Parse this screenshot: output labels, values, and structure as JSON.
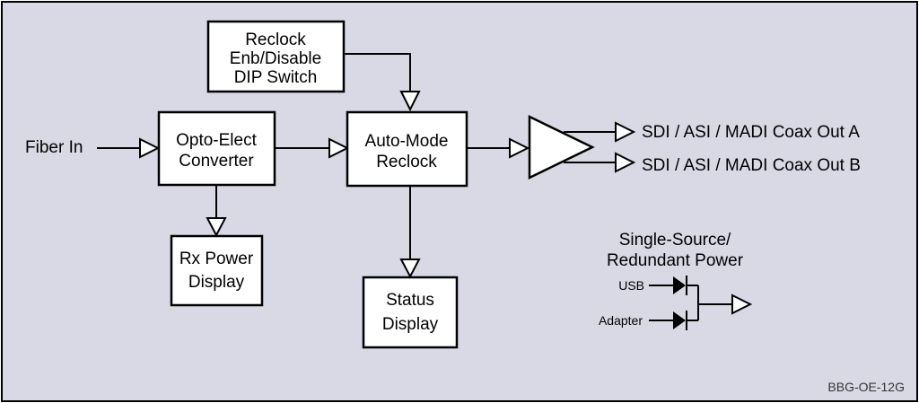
{
  "colors": {
    "background": "#D9D9E6",
    "border": "#000000",
    "block_fill": "#FFFFFF"
  },
  "inputs": {
    "fiber_in": "Fiber In"
  },
  "blocks": {
    "reclock_switch": [
      "Reclock",
      "Enb/Disable",
      "DIP Switch"
    ],
    "opto_converter": [
      "Opto-Elect",
      "Converter"
    ],
    "auto_mode_reclock": [
      "Auto-Mode",
      "Reclock"
    ],
    "rx_power_display": [
      "Rx Power",
      "Display"
    ],
    "status_display": [
      "Status",
      "Display"
    ]
  },
  "outputs": {
    "out_a": "SDI / ASI / MADI Coax Out A",
    "out_b": "SDI / ASI / MADI Coax Out B"
  },
  "power": {
    "title": [
      "Single-Source/",
      "Redundant Power"
    ],
    "usb": "USB",
    "adapter": "Adapter"
  },
  "model": "BBG-OE-12G"
}
